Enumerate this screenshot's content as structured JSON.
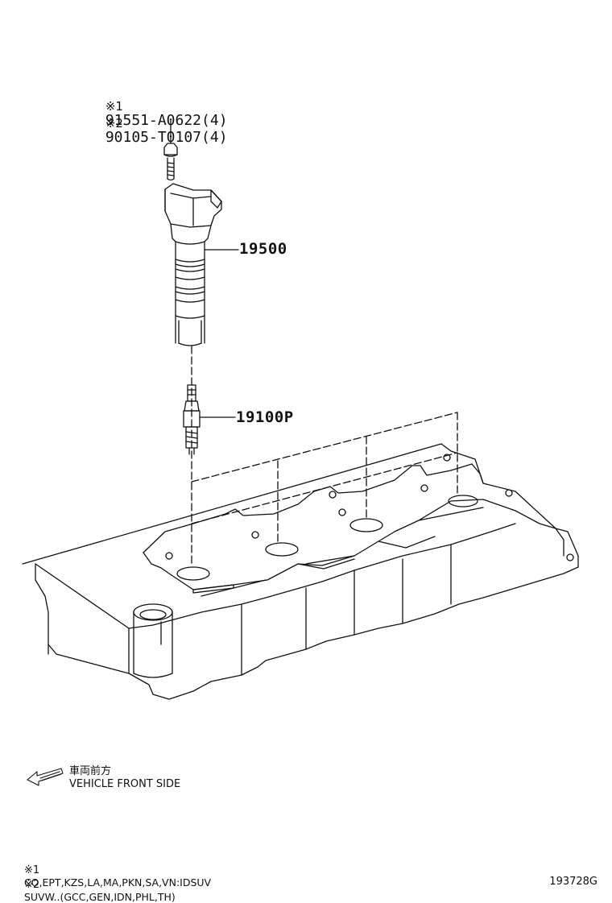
{
  "callouts": {
    "bolt_1": {
      "mark": "※1",
      "part": "91551-A0622(4)"
    },
    "bolt_2": {
      "mark": "※2",
      "part": "90105-T0107(4)"
    },
    "coil": "19500",
    "plug": "19100P"
  },
  "front_side": {
    "label_jp": "車両前方",
    "label_en": "VEHICLE FRONT SIDE"
  },
  "notes": [
    {
      "mark": "※1",
      "text": "CO,EPT,KZS,LA,MA,PKN,SA,VN:IDSUV"
    },
    {
      "mark": "※2",
      "text": "SUVW..(GCC,GEN,IDN,PHL,TH)"
    }
  ],
  "diagram_code": "193728G"
}
